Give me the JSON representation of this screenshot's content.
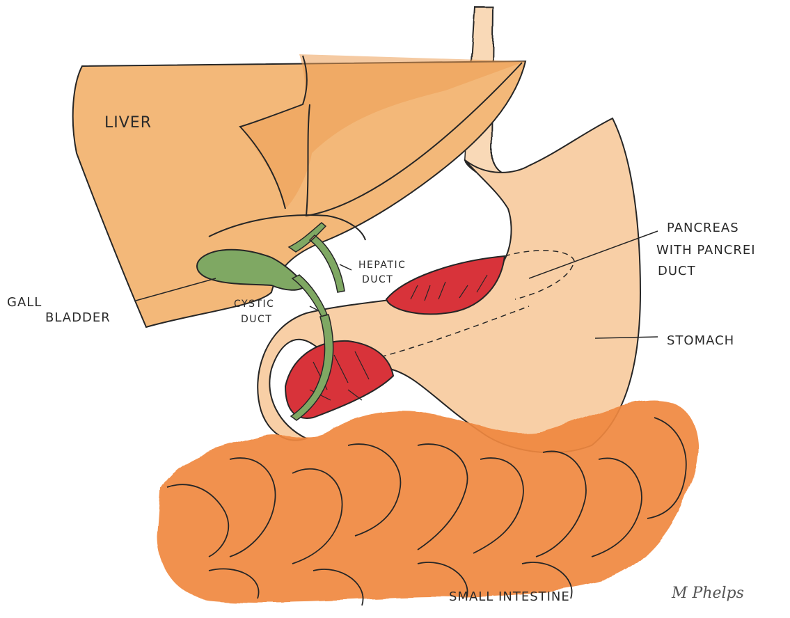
{
  "labels": {
    "liver": "LIVER",
    "gall_bladder_line1": "GALL",
    "gall_bladder_line2": "BLADDER",
    "cystic_duct_line1": "CYSTIC",
    "cystic_duct_line2": "DUCT",
    "hepatic_duct_line1": "HEPATIC",
    "hepatic_duct_line2": "DUCT",
    "pancreas_line1": "PANCREAS",
    "pancreas_line2": "WITH PANCREI",
    "pancreas_line3": "DUCT",
    "stomach": "STOMACH",
    "small_intestine": "SMALL INTESTINE"
  },
  "signature": "M Phelps",
  "colors": {
    "liver": "#f3b879",
    "liver_dark": "#ec9e55",
    "gall_bladder": "#7fa863",
    "stomach": "#f8cfa6",
    "pancreas": "#d8333a",
    "intestine": "#f0883f",
    "outline": "#262626"
  }
}
